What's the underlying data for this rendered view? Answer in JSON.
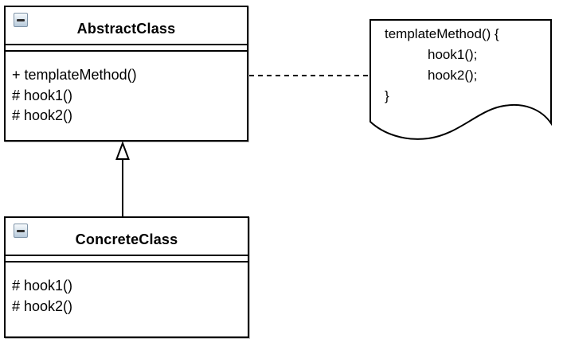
{
  "canvas": {
    "background": "#ffffff",
    "line_color": "#000000"
  },
  "colors": {
    "box_border": "#000000",
    "box_fill": "#ffffff",
    "collapse_icon_border": "#7e93a7",
    "collapse_icon_face": "#dbe6ef",
    "collapse_icon_glyph": "#2f2f2f",
    "text": "#000000"
  },
  "icons": {
    "collapse": "minus-collapse-icon"
  },
  "classes": [
    {
      "title": "AbstractClass",
      "methods": [
        "+ templateMethod()",
        "# hook1()",
        "# hook2()"
      ]
    },
    {
      "title": "ConcreteClass",
      "methods": [
        "# hook1()",
        "# hook2()"
      ]
    }
  ],
  "note": {
    "lines": [
      "templateMethod() {",
      "hook1();",
      "hook2();",
      "}"
    ]
  },
  "connectors": [
    {
      "type": "generalization",
      "from": "ConcreteClass",
      "to": "AbstractClass",
      "style": "solid-line-hollow-triangle"
    },
    {
      "type": "note-anchor",
      "from": "AbstractClass",
      "to": "code-note",
      "style": "dashed-line"
    }
  ]
}
